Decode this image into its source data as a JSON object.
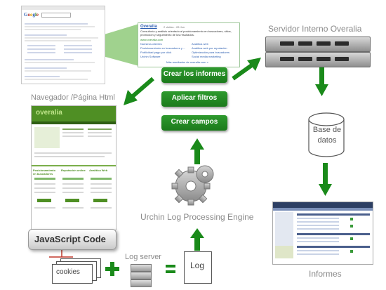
{
  "buttons": {
    "crear_informes": "Crear los informes",
    "aplicar_filtros": "Aplicar filtros",
    "crear_campos": "Crear campos"
  },
  "labels": {
    "servidor": "Servidor Interno Overalia",
    "navegador": "Navegador /Página Html",
    "base_datos": "Base de datos",
    "engine": "Urchin Log Processing Engine",
    "javascript": "JavaScript Code",
    "cookies": "cookies",
    "log_server": "Log server",
    "log": "Log",
    "informes": "Informes",
    "plus": "+",
    "equals": "="
  },
  "ad_callout": {
    "title": "Overalia",
    "meta": "2 visitas - 28 Jun",
    "desc": "Consultoría y análisis orientado al posicionamiento en buscadores, sitios, promoción y seguimiento de los resultados.",
    "url": "www.overalia.com",
    "links_left": [
      "Nuestros clientes",
      "Posicionamiento en buscadores y ...",
      "Publicidad pago por click",
      "Urchin Software"
    ],
    "links_right": [
      "Analítica web",
      "Analítica web por reputación",
      "Optimización para buscadores",
      "Social media marketing"
    ],
    "more": "Más resultados de overalia.com »"
  },
  "website": {
    "logo": "overalia",
    "section1": "Posicionamiento en buscadores",
    "section2": "Reputación online",
    "section3": "Analítica Web"
  },
  "colors": {
    "button_green": "#1f7f1f",
    "arrow_green": "#1a8a1a",
    "label_gray": "#8a8a8a",
    "site_green": "#5d9a2c"
  }
}
